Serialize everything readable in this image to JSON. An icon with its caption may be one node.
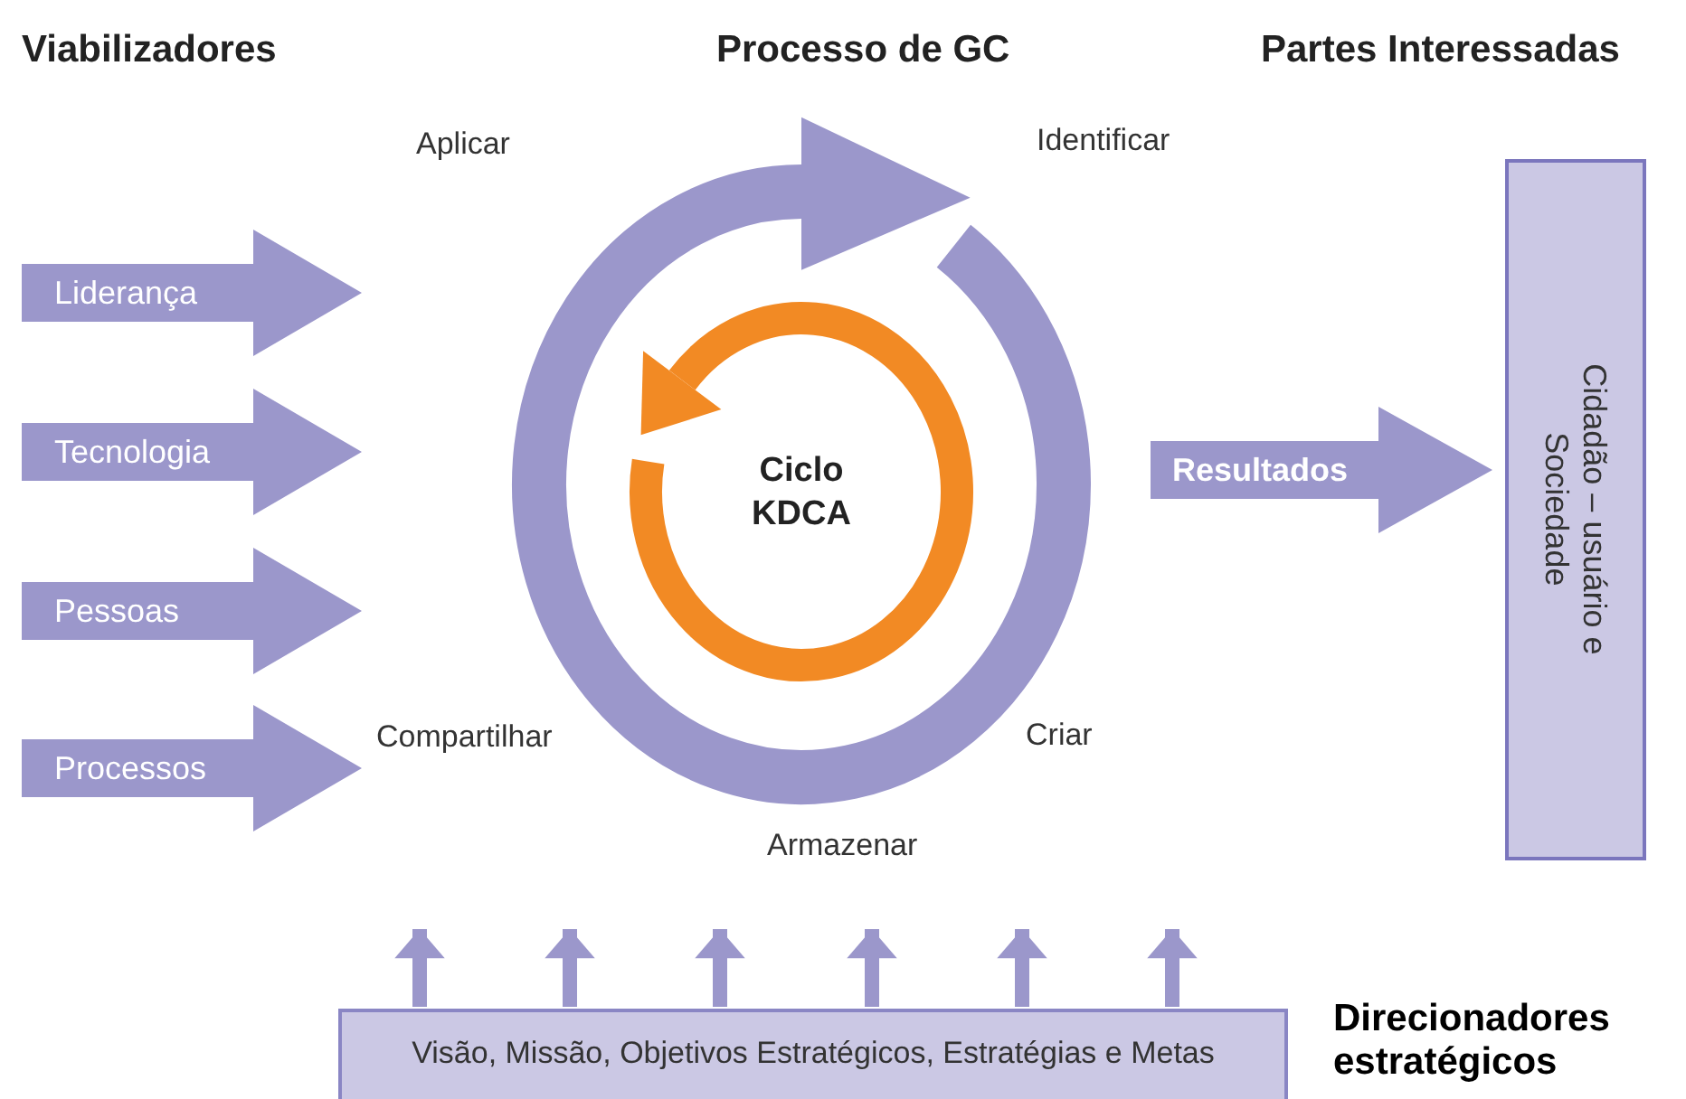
{
  "diagram": {
    "nodes": [
      {
        "text": [
          "Liderança"
        ]
      },
      {
        "text": [
          "Tecnologia"
        ]
      },
      {
        "text": [
          "Pessoas"
        ]
      },
      {
        "text": [
          "Processos"
        ]
      },
      {
        "text": [
          "Ciclo KDCA"
        ]
      },
      {
        "text": [
          "Resultados"
        ]
      },
      {
        "text": [
          "Cidadão – usuário e Sociedade"
        ]
      },
      {
        "text": [
          "Visão, Missão, Objetivos Estratégicos, Estratégias e Metas"
        ]
      }
    ],
    "edges": [
      {
        "from": 7,
        "to": null,
        "arrow": "to"
      },
      {
        "from": 7,
        "to": null,
        "arrow": "to"
      },
      {
        "from": 7,
        "to": null,
        "arrow": "to"
      },
      {
        "from": 7,
        "to": null,
        "arrow": "to"
      },
      {
        "from": 7,
        "to": null,
        "arrow": "to"
      },
      {
        "from": 7,
        "to": null,
        "arrow": "to"
      }
    ],
    "labels": [
      "Viabilizadores",
      "Processo de GC",
      "Partes Interessadas",
      "Aplicar",
      "Identificar",
      "Compartilhar",
      "Criar",
      "Armazenar",
      "Direcionadores estratégicos"
    ]
  }
}
